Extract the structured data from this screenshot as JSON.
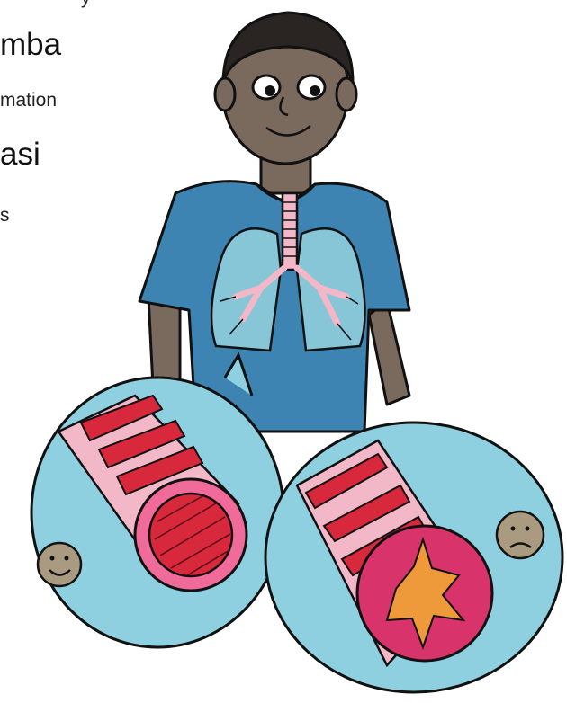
{
  "text": {
    "top_fragment": "y",
    "heading_1": "mba",
    "line_1": "mation",
    "heading_2": "asi",
    "line_2": "s"
  },
  "colors": {
    "skin": "#7a6a5e",
    "shirt": "#3e84b3",
    "shirt_dark": "#2f6a93",
    "lungs": "#86c6d6",
    "bubble": "#8fd0e0",
    "airway_red": "#d8283c",
    "airway_pink": "#f2b8c8",
    "inflamed": "#d9336b",
    "mucus": "#ee9a3a",
    "smiley": "#a99a80"
  },
  "icons": [
    "happy-face-icon",
    "sad-face-icon"
  ]
}
